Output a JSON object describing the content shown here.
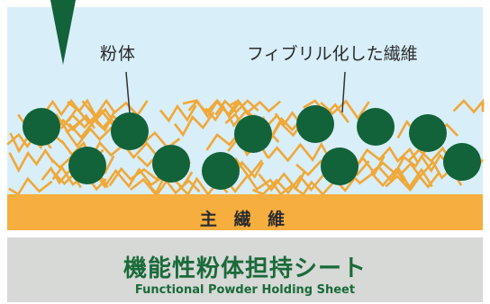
{
  "labels": {
    "powder": "粉体",
    "fibril": "フィブリル化した繊維",
    "main_fiber": "主 繊 維"
  },
  "title": {
    "jp": "機能性粉体担持シート",
    "en": "Functional Powder Holding Sheet"
  },
  "colors": {
    "background_panel": "#d8eef8",
    "fiber": "#f0a838",
    "main_fiber_band": "#f6ae3e",
    "powder": "#12623a",
    "pointer": "#12623a",
    "title_band": "#d6d9d6",
    "title_text": "#1a6a3a"
  },
  "icons": {
    "pointer": "triangle-down-pointer-icon"
  }
}
